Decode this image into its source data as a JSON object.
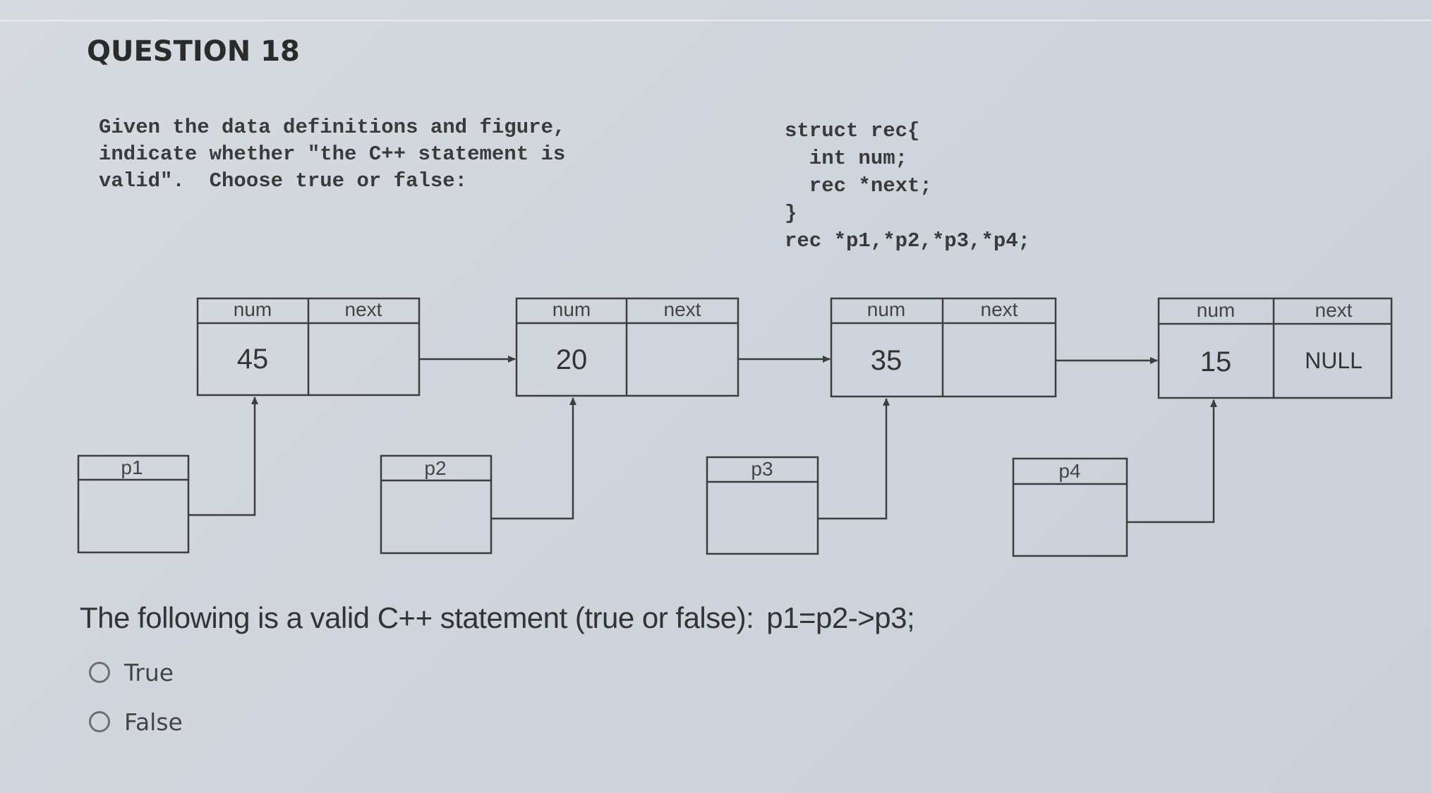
{
  "question": {
    "title": "QUESTION 18",
    "prompt": "Given the data definitions and figure,\nindicate whether \"the C++ statement is\nvalid\".  Choose true or false:",
    "code": "struct rec{\n  int num;\n  rec *next;\n}\nrec *p1,*p2,*p3,*p4;"
  },
  "diagram": {
    "field_labels": {
      "num": "num",
      "next": "next"
    },
    "nodes": [
      {
        "num": "45",
        "next": ""
      },
      {
        "num": "20",
        "next": ""
      },
      {
        "num": "35",
        "next": ""
      },
      {
        "num": "15",
        "next": "NULL"
      }
    ],
    "pointers": [
      "p1",
      "p2",
      "p3",
      "p4"
    ]
  },
  "statement": {
    "text": "The following is a valid C++ statement (true or false):",
    "expression": "p1=p2->p3;"
  },
  "options": [
    {
      "label": "True",
      "selected": false
    },
    {
      "label": "False",
      "selected": false
    }
  ],
  "colors": {
    "line": "#3d3d3d",
    "background": "#d2d8de",
    "text": "#2a2a2a"
  }
}
